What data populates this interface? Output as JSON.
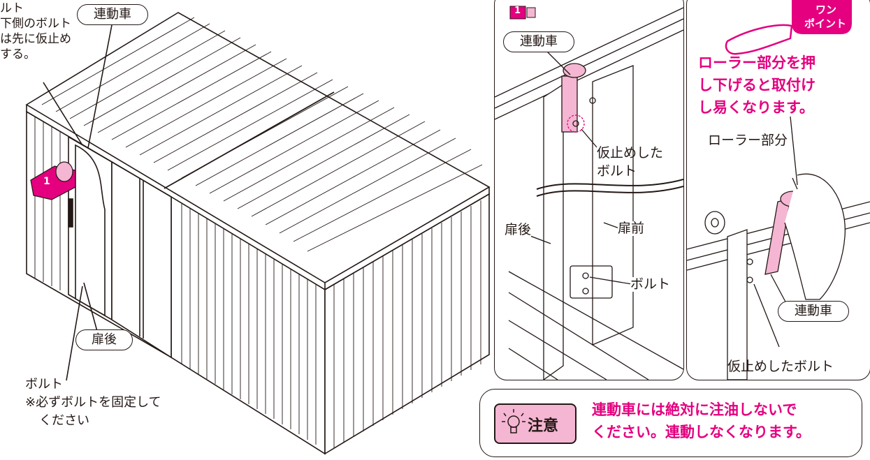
{
  "colors": {
    "accent": "#e4007f",
    "line": "#231815",
    "pink_light": "#f4b6d2"
  },
  "left": {
    "note_lines": [
      "ルト",
      "下側のボルト",
      "は先に仮止め",
      "する。"
    ],
    "label_rendo": "連動車",
    "label_tobiraushiro": "扉後",
    "bolt_label": "ボルト",
    "bolt_note_1": "※必ずボルトを固定して",
    "bolt_note_2": "ください",
    "step_number": "1"
  },
  "middle": {
    "step_number": "1",
    "label_rendo": "連動車",
    "label_kari_1": "仮止めした",
    "label_kari_2": "ボルト",
    "label_tobiraushiro": "扉後",
    "label_tobiramae": "扉前",
    "label_bolt": "ボルト"
  },
  "right": {
    "badge_line1": "ワン",
    "badge_line2": "ポイント",
    "tip_lines": [
      "ローラー部分を押",
      "し下げると取付け",
      "し易くなります。"
    ],
    "label_roller": "ローラー部分",
    "label_rendo": "連動車",
    "label_kari": "仮止めしたボルト"
  },
  "caution": {
    "label": "注意",
    "line1": "連動車には絶対に注油しないで",
    "line2": "ください。連動しなくなります。"
  }
}
